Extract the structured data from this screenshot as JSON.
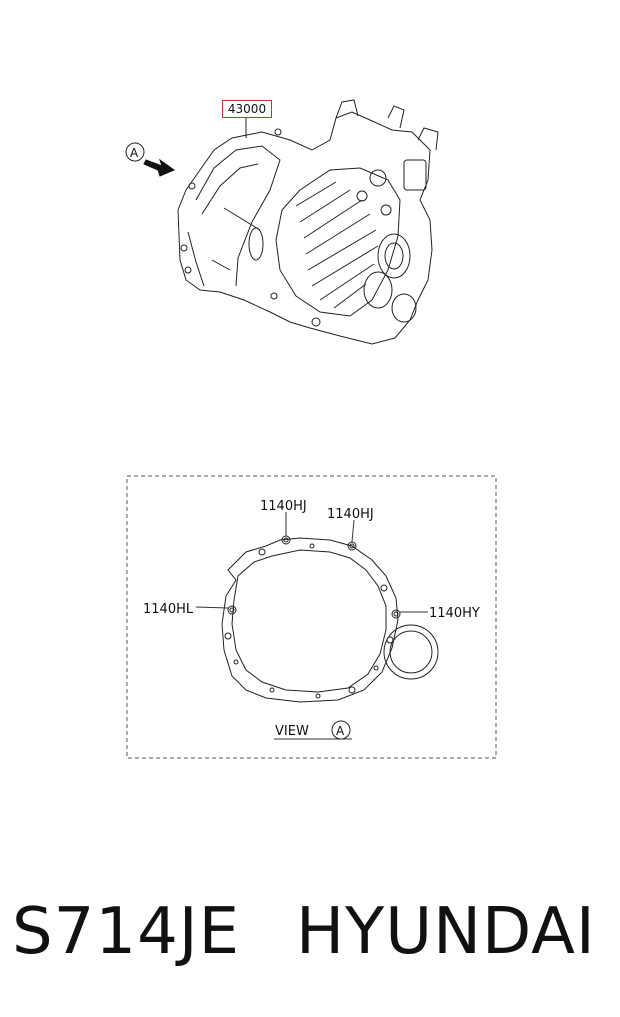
{
  "diagram": {
    "part_number": "43000",
    "view_marker_letter": "A",
    "view_label": "VIEW",
    "callouts": {
      "top_left": "1140HJ",
      "top_right": "1140HJ",
      "left": "1140HL",
      "right": "1140HY"
    }
  },
  "footer": {
    "code": "S714JE",
    "brand": "HYUNDAI"
  }
}
